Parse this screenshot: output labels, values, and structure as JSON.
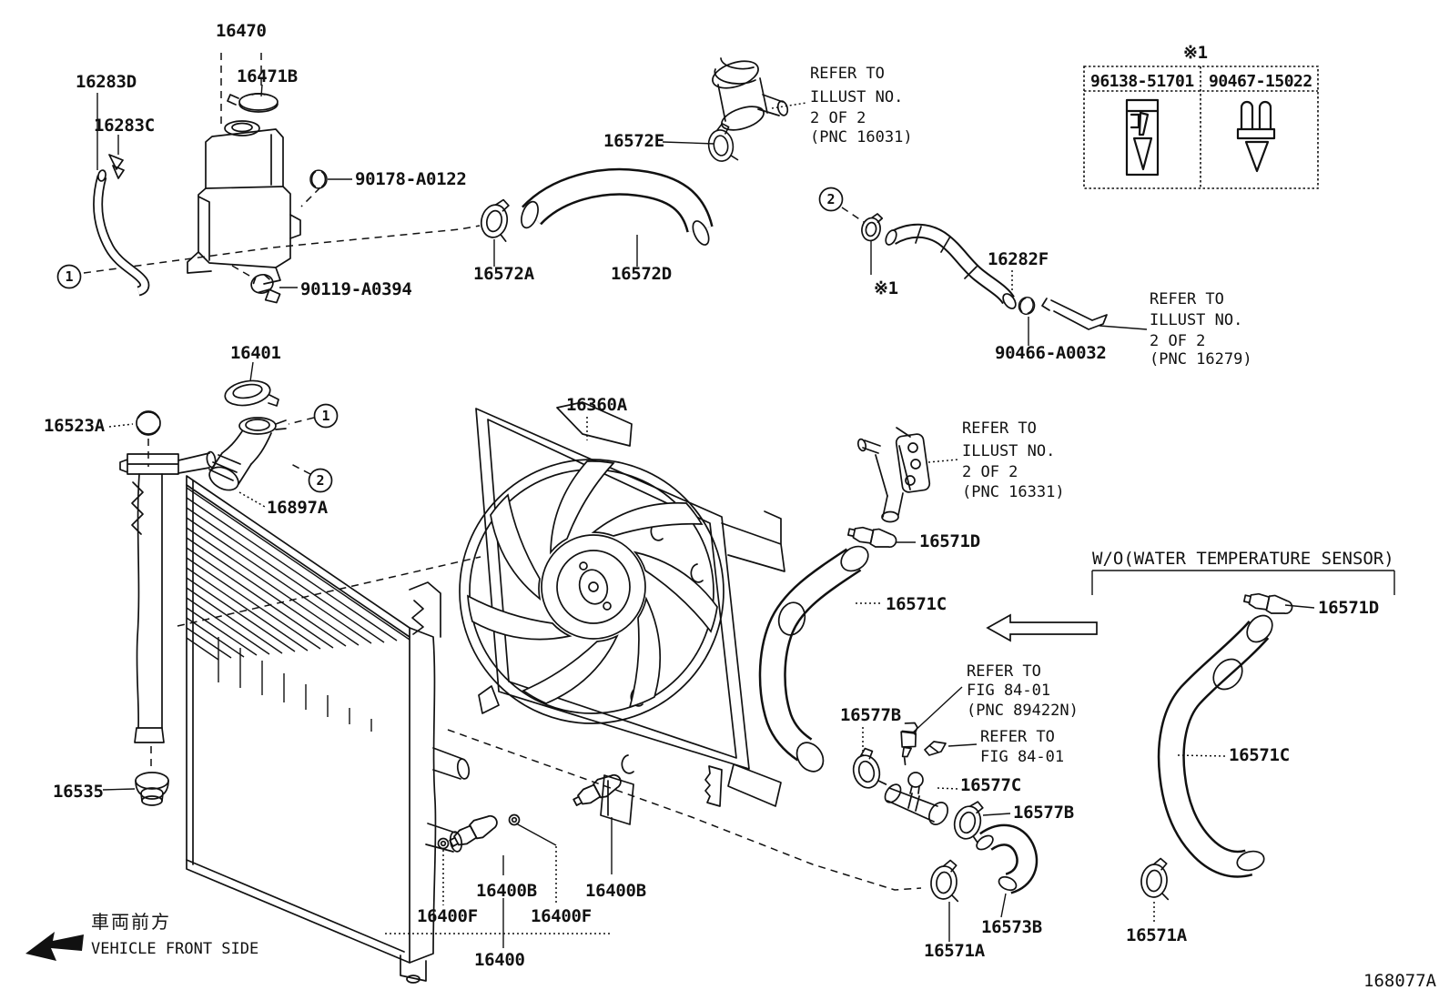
{
  "labels": {
    "p16470": "16470",
    "p16471B": "16471B",
    "p16283D": "16283D",
    "p16283C": "16283C",
    "p90178": "90178-A0122",
    "p90119": "90119-A0394",
    "p16572E": "16572E",
    "p16572A": "16572A",
    "p16572D": "16572D",
    "p16282F": "16282F",
    "p90466": "90466-A0032",
    "p16401": "16401",
    "p16523A": "16523A",
    "p16897A": "16897A",
    "p16360A": "16360A",
    "p16571D": "16571D",
    "p16571C": "16571C",
    "p16577B": "16577B",
    "p16577C": "16577C",
    "p16571A": "16571A",
    "p16573B": "16573B",
    "p16535": "16535",
    "p16400B": "16400B",
    "p16400F": "16400F",
    "p16400": "16400",
    "callout1": "1",
    "callout2": "2",
    "asterisk1": "※1"
  },
  "notes": {
    "refer16031": [
      "REFER TO",
      "ILLUST NO.",
      "2 OF 2",
      "(PNC 16031)"
    ],
    "refer16279": [
      "REFER TO",
      "ILLUST NO.",
      "2 OF 2",
      "(PNC 16279)"
    ],
    "refer16331": [
      "REFER TO",
      "ILLUST NO.",
      "2 OF 2",
      "(PNC 16331)"
    ],
    "refer8401a": [
      "REFER TO",
      "FIG 84-01",
      "(PNC 89422N)"
    ],
    "refer8401b": [
      "REFER TO",
      "FIG 84-01"
    ],
    "wo_sensor": "W/O(WATER TEMPERATURE SENSOR)"
  },
  "table": {
    "caption": "※1",
    "part_numbers": [
      "96138-51701",
      "90467-15022"
    ]
  },
  "footer": {
    "front_jp": "車両前方",
    "front_en": "VEHICLE FRONT SIDE",
    "figure_code": "168077A"
  },
  "colors": {
    "line": "#111111",
    "background": "#ffffff"
  }
}
